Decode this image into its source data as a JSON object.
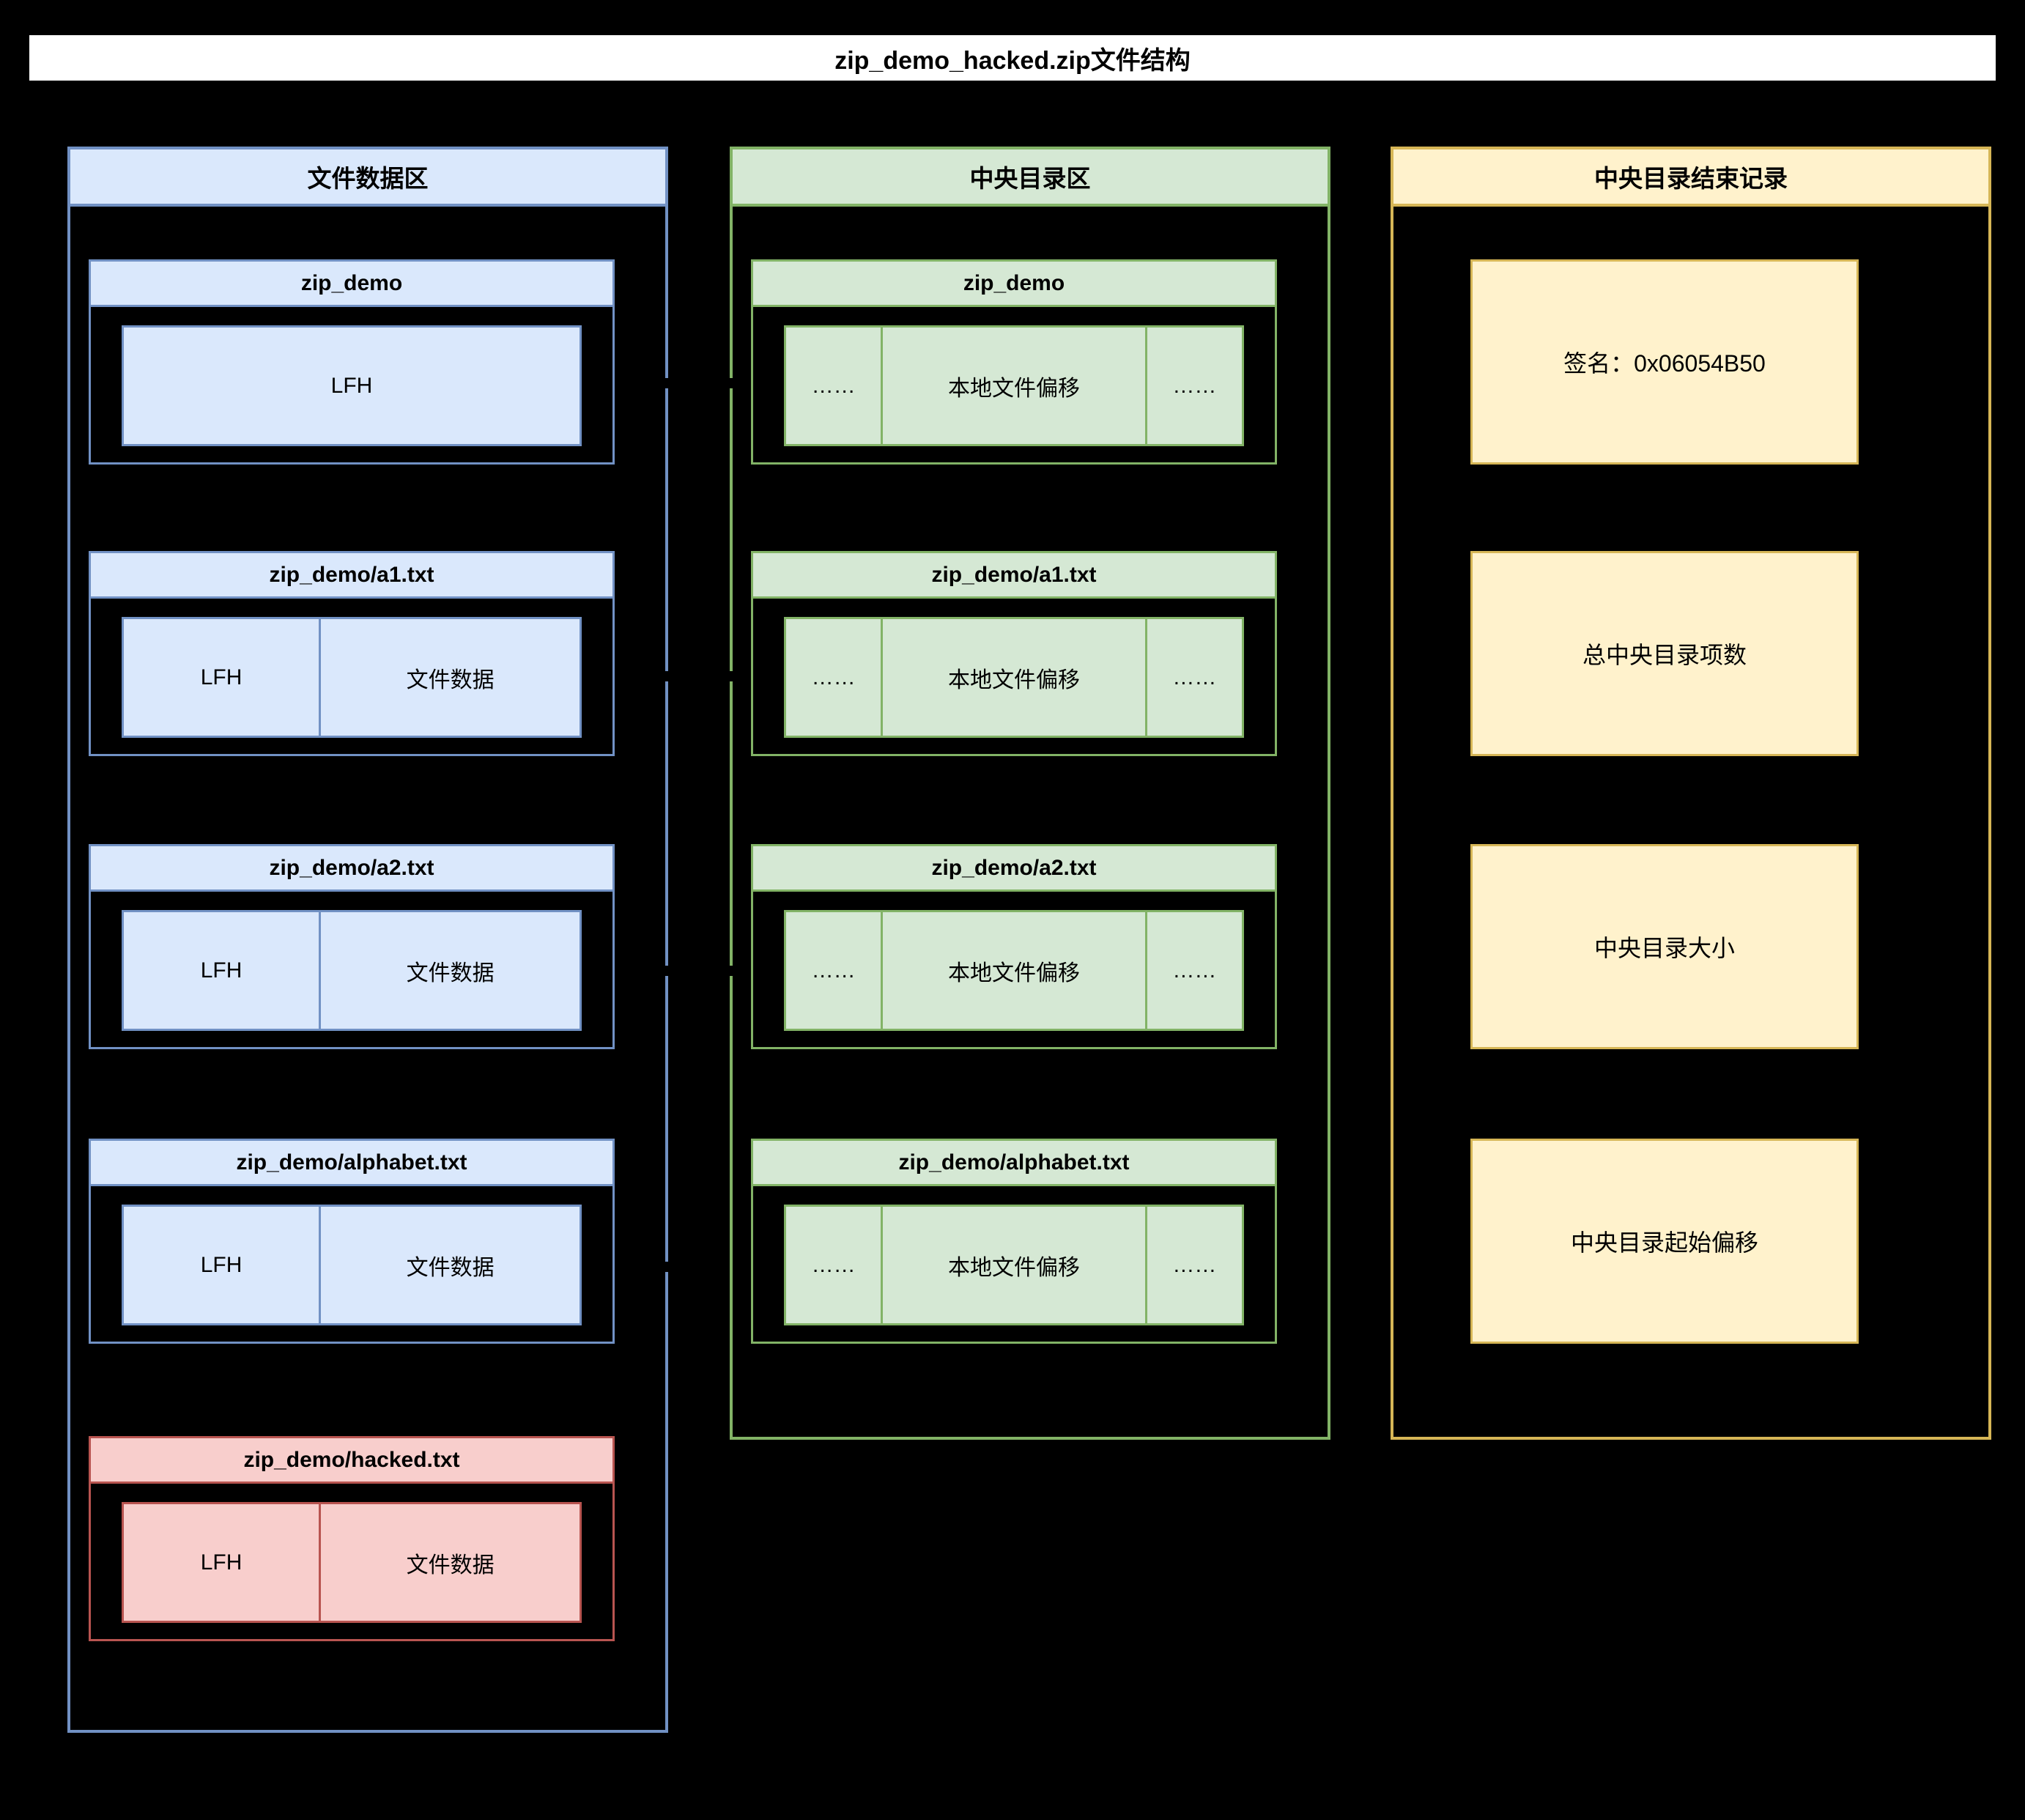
{
  "title": "zip_demo_hacked.zip文件结构",
  "palette": {
    "blue_fill": "#dae8fc",
    "blue_stroke": "#7191c4",
    "green_fill": "#d5e8d4",
    "green_stroke": "#82b366",
    "yellow_fill": "#fff2cc",
    "yellow_stroke": "#d6b656",
    "red_fill": "#f8cecc",
    "red_stroke": "#b85450",
    "background": "#000000",
    "banner": "#ffffff"
  },
  "columns": {
    "file_data": {
      "header": "文件数据区",
      "entries": [
        {
          "name": "zip_demo",
          "segments": [
            "LFH"
          ]
        },
        {
          "name": "zip_demo/a1.txt",
          "segments": [
            "LFH",
            "文件数据"
          ]
        },
        {
          "name": "zip_demo/a2.txt",
          "segments": [
            "LFH",
            "文件数据"
          ]
        },
        {
          "name": "zip_demo/alphabet.txt",
          "segments": [
            "LFH",
            "文件数据"
          ]
        },
        {
          "name": "zip_demo/hacked.txt",
          "segments": [
            "LFH",
            "文件数据"
          ]
        }
      ]
    },
    "central_directory": {
      "header": "中央目录区",
      "entries": [
        {
          "name": "zip_demo",
          "segments": [
            "……",
            "本地文件偏移",
            "……"
          ]
        },
        {
          "name": "zip_demo/a1.txt",
          "segments": [
            "……",
            "本地文件偏移",
            "……"
          ]
        },
        {
          "name": "zip_demo/a2.txt",
          "segments": [
            "……",
            "本地文件偏移",
            "……"
          ]
        },
        {
          "name": "zip_demo/alphabet.txt",
          "segments": [
            "……",
            "本地文件偏移",
            "……"
          ]
        }
      ]
    },
    "eocd": {
      "header": "中央目录结束记录",
      "fields": [
        "签名：0x06054B50",
        "总中央目录项数",
        "中央目录大小",
        "中央目录起始偏移"
      ]
    }
  }
}
